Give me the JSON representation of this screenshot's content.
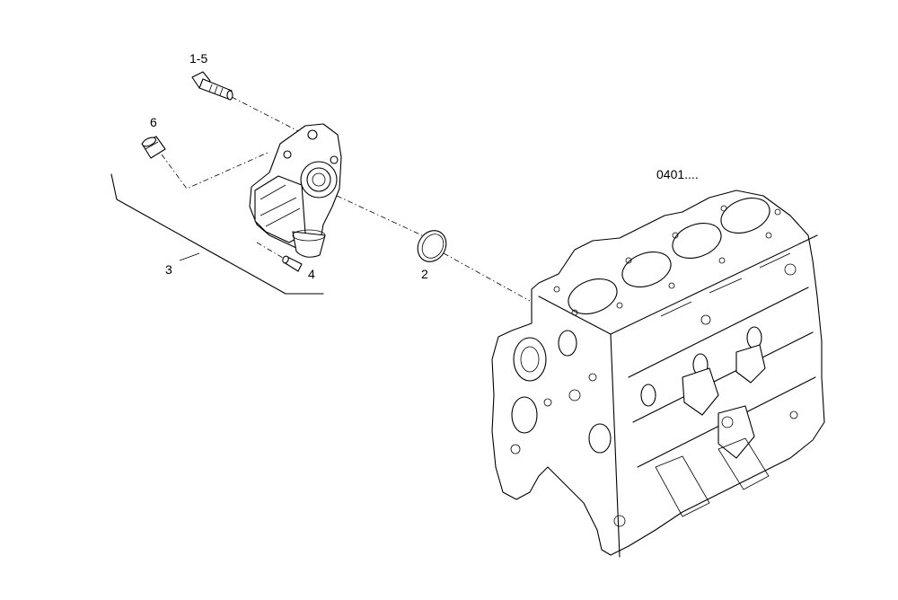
{
  "labels": {
    "bolt": "1-5",
    "plug": "6",
    "housing_assembly": "3",
    "pin": "4",
    "seal_ring": "2",
    "engine_block_ref": "0401...."
  }
}
